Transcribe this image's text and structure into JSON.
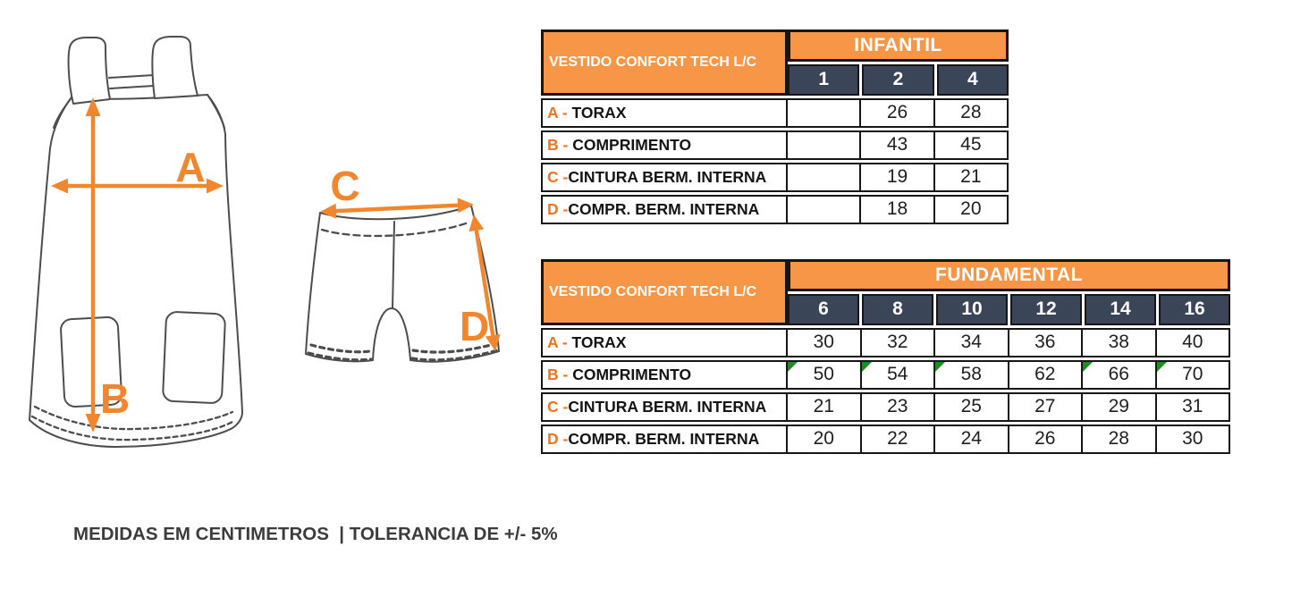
{
  "diagram": {
    "arrow_labels": [
      "A",
      "B",
      "C",
      "D"
    ],
    "garments": [
      "dress",
      "shorts"
    ]
  },
  "colors": {
    "table_orange": "#F79646",
    "arrow_orange": "#F0872E",
    "header_dark": "#3A4658",
    "flag_green": "#1E8E1E",
    "border_black": "#161616",
    "line_gray": "#4D4D4D"
  },
  "tables": [
    {
      "title": "VESTIDO CONFORT TECH L/C",
      "group": "INFANTIL",
      "sizes": [
        "1",
        "2",
        "4"
      ],
      "rows": [
        {
          "prefix": "A - ",
          "name": "TORAX",
          "values": [
            "",
            "26",
            "28"
          ]
        },
        {
          "prefix": "B - ",
          "name": "COMPRIMENTO",
          "values": [
            "",
            "43",
            "45"
          ]
        },
        {
          "prefix": "C -",
          "name": "CINTURA BERM. INTERNA",
          "values": [
            "",
            "19",
            "21"
          ]
        },
        {
          "prefix": "D -",
          "name": "COMPR. BERM. INTERNA",
          "values": [
            "",
            "18",
            "20"
          ]
        }
      ]
    },
    {
      "title": "VESTIDO CONFORT TECH L/C",
      "group": "FUNDAMENTAL",
      "sizes": [
        "6",
        "8",
        "10",
        "12",
        "14",
        "16"
      ],
      "rows": [
        {
          "prefix": "A - ",
          "name": "TORAX",
          "values": [
            "30",
            "32",
            "34",
            "36",
            "38",
            "40"
          ]
        },
        {
          "prefix": "B - ",
          "name": "COMPRIMENTO",
          "values": [
            "50",
            "54",
            "58",
            "62",
            "66",
            "70"
          ],
          "flags": [
            1,
            1,
            1,
            0,
            1,
            1
          ]
        },
        {
          "prefix": "C -",
          "name": "CINTURA BERM. INTERNA",
          "values": [
            "21",
            "23",
            "25",
            "27",
            "29",
            "31"
          ]
        },
        {
          "prefix": "D -",
          "name": "COMPR. BERM. INTERNA",
          "values": [
            "20",
            "22",
            "24",
            "26",
            "28",
            "30"
          ]
        }
      ]
    }
  ],
  "footer": {
    "note": "MEDIDAS EM CENTIMETROS  | TOLERANCIA DE +/- 5%"
  }
}
